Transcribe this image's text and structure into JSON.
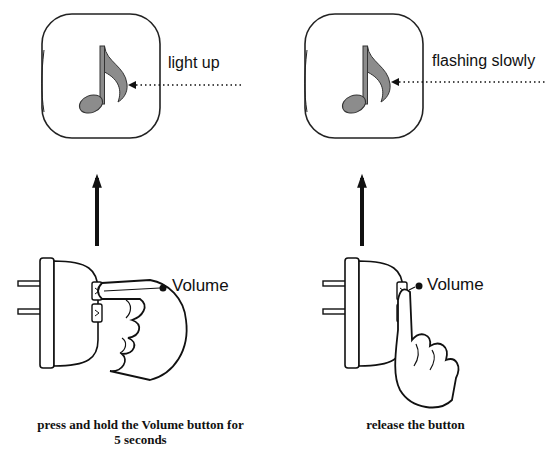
{
  "diagram": {
    "nodes": [
      {
        "text": [
          "light up"
        ]
      },
      {
        "text": [
          "flashing slowly"
        ]
      },
      {
        "text": [
          "Volume",
          "press and hold the Volume button for 5 seconds"
        ]
      },
      {
        "text": [
          "Volume",
          "release the button"
        ]
      }
    ],
    "edges": [
      {
        "from": 2,
        "to": 0,
        "arrow": "to"
      },
      {
        "from": 3,
        "to": 1,
        "arrow": "to"
      }
    ]
  }
}
